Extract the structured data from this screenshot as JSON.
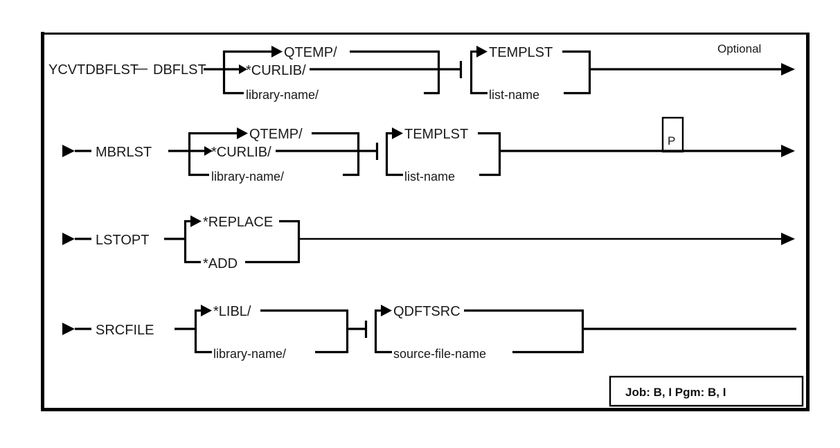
{
  "diagram": {
    "type": "railroad-syntax-diagram",
    "command_name": "YCVTDBFLST",
    "optional_label": "Optional",
    "p_marker": "P",
    "footer_box": "Job: B, I   Pgm: B, I",
    "rows": [
      {
        "id": "dbflst",
        "keyword": "DBFLST",
        "lead": "YCVTDBFLST",
        "separator": "—",
        "groups": [
          {
            "id": "dbflst-library",
            "options": [
              {
                "label": "QTEMP/",
                "default": true
              },
              {
                "label": "*CURLIB/",
                "default": false
              },
              {
                "label": "library-name/",
                "default": false
              }
            ]
          },
          {
            "id": "dbflst-list",
            "options": [
              {
                "label": "TEMPLST",
                "default": true
              },
              {
                "label": "list-name",
                "default": false
              }
            ]
          }
        ],
        "end_arrow": true
      },
      {
        "id": "mbrlst",
        "keyword": "MBRLST",
        "lead": "",
        "separator": "",
        "groups": [
          {
            "id": "mbrlst-library",
            "options": [
              {
                "label": "QTEMP/",
                "default": true
              },
              {
                "label": "*CURLIB/",
                "default": false
              },
              {
                "label": "library-name/",
                "default": false
              }
            ]
          },
          {
            "id": "mbrlst-list",
            "options": [
              {
                "label": "TEMPLST",
                "default": true
              },
              {
                "label": "list-name",
                "default": false
              }
            ]
          }
        ],
        "end_arrow": true
      },
      {
        "id": "lstopt",
        "keyword": "LSTOPT",
        "lead": "",
        "separator": "",
        "groups": [
          {
            "id": "lstopt-mode",
            "options": [
              {
                "label": "*REPLACE",
                "default": true
              },
              {
                "label": "*ADD",
                "default": false
              }
            ]
          }
        ],
        "end_arrow": true
      },
      {
        "id": "srcfile",
        "keyword": "SRCFILE",
        "lead": "",
        "separator": "",
        "groups": [
          {
            "id": "srcfile-library",
            "options": [
              {
                "label": "*LIBL/",
                "default": true
              },
              {
                "label": "library-name/",
                "default": false
              }
            ]
          },
          {
            "id": "srcfile-file",
            "options": [
              {
                "label": "QDFTSRC",
                "default": true
              },
              {
                "label": "source-file-name",
                "default": false
              }
            ]
          }
        ],
        "end_arrow": false
      }
    ]
  },
  "labels": {
    "lead_command": "YCVTDBFLST",
    "em_dash": "—",
    "kw_dbflst": "DBFLST",
    "kw_mbrlst": "MBRLST",
    "kw_lstopt": "LSTOPT",
    "kw_srcfile": "SRCFILE",
    "r1_g1_o1": "QTEMP/",
    "r1_g1_o2": "*CURLIB/",
    "r1_g1_o3": "library-name/",
    "r1_g2_o1": "TEMPLST",
    "r1_g2_o2": "list-name",
    "r2_g1_o1": "QTEMP/",
    "r2_g1_o2": "*CURLIB/",
    "r2_g1_o3": "library-name/",
    "r2_g2_o1": "TEMPLST",
    "r2_g2_o2": "list-name",
    "r3_g1_o1": "*REPLACE",
    "r3_g1_o2": "*ADD",
    "r4_g1_o1": "*LIBL/",
    "r4_g1_o2": "library-name/",
    "r4_g2_o1": "QDFTSRC",
    "r4_g2_o2": "source-file-name",
    "optional": "Optional",
    "p_marker": "P",
    "footer": "Job: B, I   Pgm: B, I"
  },
  "colors": {
    "ink": "#000000",
    "text": "#1a1a1a",
    "background": "#ffffff"
  }
}
